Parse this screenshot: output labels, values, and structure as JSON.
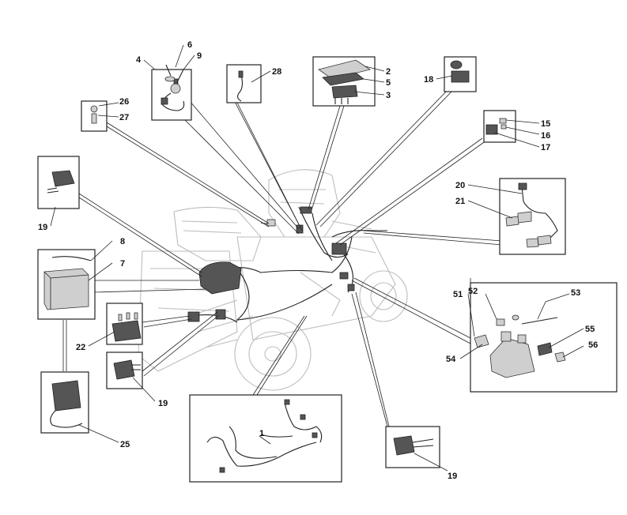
{
  "callouts": {
    "c1": "1",
    "c2": "2",
    "c3": "3",
    "c4": "4",
    "c5": "5",
    "c6": "6",
    "c7": "7",
    "c8": "8",
    "c9": "9",
    "c15": "15",
    "c16": "16",
    "c17": "17",
    "c18": "18",
    "c19a": "19",
    "c19b": "19",
    "c19c": "19",
    "c20": "20",
    "c21": "21",
    "c22": "22",
    "c25": "25",
    "c26": "26",
    "c27": "27",
    "c28": "28",
    "c51": "51",
    "c52": "52",
    "c53": "53",
    "c54": "54",
    "c55": "55",
    "c56": "56"
  }
}
